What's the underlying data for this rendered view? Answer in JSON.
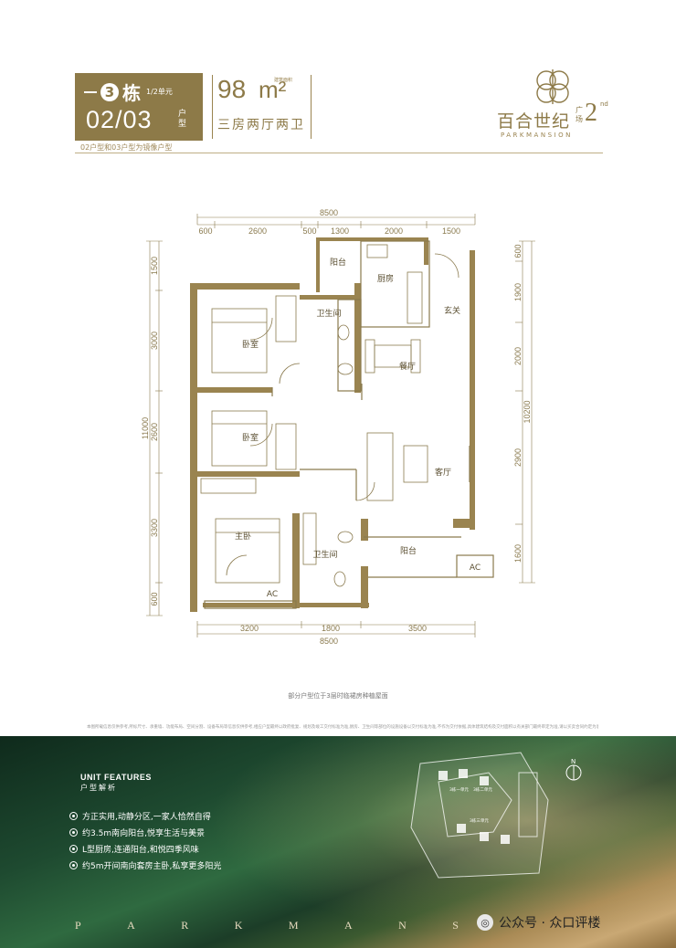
{
  "header": {
    "building_number": "3",
    "building_label": "栋",
    "unit_label": "1/2单元",
    "type_code": "02/03",
    "type_word": "户型",
    "area_value": "98",
    "area_unit": "m²",
    "area_sub": "建筑面积",
    "rooms": "三房两厅两卫",
    "mirror_note": "02户型和03户型为镜像户型"
  },
  "logo": {
    "name_cn": "百合世纪",
    "guangchang": "广场",
    "number": "2",
    "superscript": "nd",
    "name_en": "PARKMANSION"
  },
  "plan": {
    "top_dims": [
      "8500",
      "600",
      "2600",
      "500",
      "1300",
      "2000",
      "1500"
    ],
    "bottom_dims": [
      "3200",
      "1800",
      "3500",
      "8500"
    ],
    "left_dims": [
      "1500",
      "3000",
      "2600",
      "11000",
      "3300",
      "600"
    ],
    "right_dims": [
      "600",
      "1900",
      "2000",
      "10200",
      "2900",
      "1600"
    ],
    "rooms": {
      "balcony_top": "阳台",
      "kitchen": "厨房",
      "entrance": "玄关",
      "bathroom_1": "卫生间",
      "bedroom_1": "卧室",
      "dining": "餐厅",
      "bedroom_2": "卧室",
      "living": "客厅",
      "master_bedroom": "主卧",
      "bathroom_2": "卫生间",
      "balcony_bottom": "阳台",
      "ac_1": "AC",
      "ac_2": "AC"
    }
  },
  "plan_note": "部分户型位于3层时临裙房种植屋面",
  "disclaimer": "本图所载信息仅供参考,所标尺寸、承重墙、功能布局、空间分割、设备布局等信息仅供参考,相应户型最终以政府批复、规划及竣工交付标准为准,厨房、卫生间等部位的设施设备以交付标准为准,不作为交付依据,具体建筑结构及交付面积以有关部门最终审定为准,请以买卖合同约定为准。",
  "features": {
    "title_en": "UNIT FEATURES",
    "title_cn": "户型解析",
    "items": [
      "方正实用,动静分区,一家人恰然自得",
      "约3.5m南向阳台,悦享生活与美景",
      "L型厨房,连通阳台,和悦四季风味",
      "约5m开间南向套房主卧,私享更多阳光"
    ]
  },
  "siteplan": {
    "north": "N",
    "labels": [
      "3栋一单元",
      "3栋二单元",
      "3栋三单元"
    ]
  },
  "park_letters": [
    "P",
    "A",
    "R",
    "K",
    "M",
    "A",
    "N",
    "S"
  ],
  "wechat": {
    "label": "公众号 · 众口评楼"
  },
  "colors": {
    "gold": "#8d7a48",
    "wall": "#9a8450",
    "green_dark": "#0f2a1c"
  }
}
